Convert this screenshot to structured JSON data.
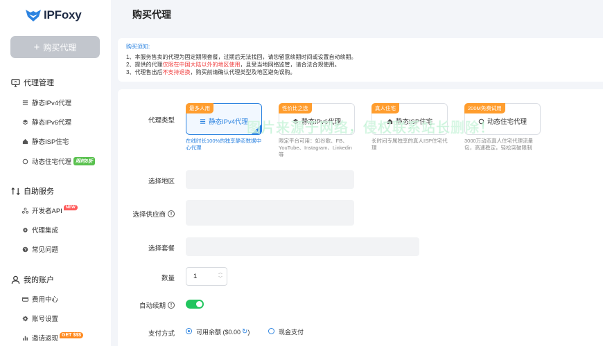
{
  "sidebar": {
    "logo_text": "IPFoxy",
    "buy_button": {
      "icon": "plus-icon",
      "label": "购买代理"
    },
    "sections": [
      {
        "label": "代理管理",
        "icon": "monitor-icon",
        "items": [
          {
            "label": "静态IPv4代理",
            "icon": "list-icon"
          },
          {
            "label": "静态IPv6代理",
            "icon": "layers-icon"
          },
          {
            "label": "静态ISP住宅",
            "icon": "home-icon"
          },
          {
            "label": "动态住宅代理",
            "icon": "refresh-icon",
            "badge": "限时8折"
          }
        ]
      },
      {
        "label": "自助服务",
        "icon": "swap-icon",
        "items": [
          {
            "label": "开发者API",
            "icon": "api-icon",
            "badge": "NEW"
          },
          {
            "label": "代理集成",
            "icon": "gear-icon"
          },
          {
            "label": "常见问题",
            "icon": "question-icon"
          }
        ]
      },
      {
        "label": "我的账户",
        "icon": "user-icon",
        "items": [
          {
            "label": "费用中心",
            "icon": "card-icon"
          },
          {
            "label": "账号设置",
            "icon": "settings-icon"
          },
          {
            "label": "邀请返现",
            "icon": "share-icon",
            "badge": "GET $$$"
          }
        ]
      }
    ]
  },
  "main": {
    "title": "购买代理",
    "notice": {
      "title": "购买须知:",
      "line1": "1、本服务售卖的代理为固定期限套餐，过期后无法找回，请您留意续期时间或设置自动续期。",
      "line2_prefix": "2、提供的代理",
      "line2_red": "仅限在中国大陆以外的地区使用",
      "line2_suffix": "，且受当地网络监管，请合法合规使用。",
      "line3_prefix": "3、代理售出后",
      "line3_red": "不支持退换",
      "line3_suffix": "，购买前请确认代理类型及地区避免误购。"
    },
    "form": {
      "proxy_type_label": "代理类型",
      "region_label": "选择地区",
      "supplier_label": "选择供应商",
      "package_label": "选择套餐",
      "quantity_label": "数量",
      "quantity_value": "1",
      "auto_renew_label": "自动续期",
      "auto_renew_on": true,
      "payment_label": "支付方式",
      "payment_options": [
        {
          "label": "可用余额 ($0.00",
          "suffix": ")",
          "selected": true
        },
        {
          "label": "现金支付",
          "selected": false
        }
      ],
      "proxy_types": [
        {
          "tag": "最多人用",
          "name": "静态IPv4代理",
          "desc": "在线时长100%的独享静态数据中心代理",
          "selected": true,
          "icon": "list-icon"
        },
        {
          "tag": "性价比之选",
          "name": "静态IPv6代理",
          "desc": "限定平台可用：如谷歌、FB、YouTube、Instagram、Linkedin等",
          "selected": false,
          "icon": "layers-icon"
        },
        {
          "tag": "真人住宅",
          "name": "静态ISP住宅",
          "desc": "长时间专属独享的真人ISP住宅代理",
          "selected": false,
          "icon": "home-icon"
        },
        {
          "tag": "200M免费试用",
          "name": "动态住宅代理",
          "desc": "3000万动态真人住宅代理流量包，高速稳定，轻松突破限制",
          "selected": false,
          "icon": "refresh-icon"
        }
      ]
    },
    "watermark": "图片来源于网络，侵权联系站长删除！"
  }
}
